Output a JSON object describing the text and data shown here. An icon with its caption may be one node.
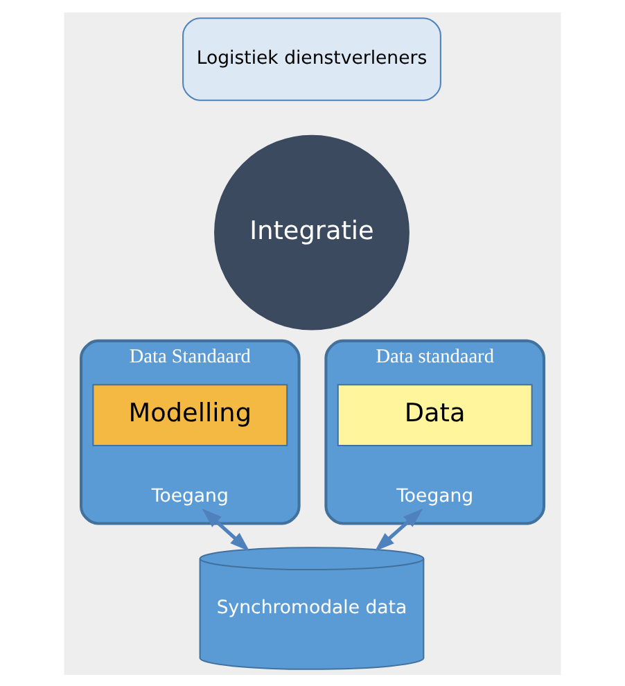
{
  "diagram": {
    "nodes": [
      {
        "text": [
          "Logistiek dienstverleners"
        ]
      },
      {
        "text": [
          "Integratie"
        ]
      },
      {
        "text": [
          "Data Standaard"
        ]
      },
      {
        "text": [
          "Modelling"
        ],
        "in": 2
      },
      {
        "text": [
          "Toegang"
        ],
        "in": 2
      },
      {
        "text": [
          "Data standaard"
        ]
      },
      {
        "text": [
          "Data"
        ],
        "in": 5
      },
      {
        "text": [
          "Toegang"
        ],
        "in": 5
      },
      {
        "text": [
          "Synchromodale data"
        ]
      }
    ],
    "edges": [
      {
        "from": 4,
        "to": 8,
        "arrow": "both"
      },
      {
        "from": 7,
        "to": 8,
        "arrow": "both"
      }
    ]
  }
}
